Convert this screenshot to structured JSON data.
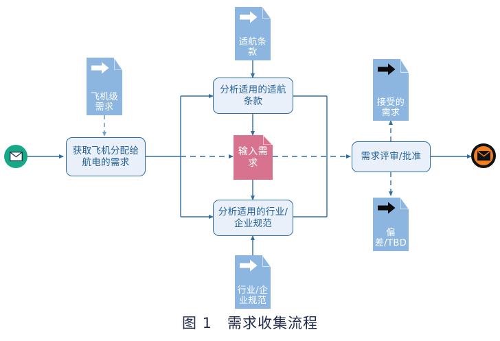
{
  "figure": {
    "caption": "图 1　需求收集流程",
    "caption_number": "图 1",
    "caption_title": "需求收集流程"
  },
  "colors": {
    "process_fill": "#eaf0fa",
    "process_stroke": "#2e6da4",
    "process_text": "#236092",
    "doc_blue": "#8cb6e0",
    "doc_pink": "#d8738f",
    "start_circle": "#17a887",
    "end_circle": "#ef7f22",
    "end_ring": "#111111",
    "connector": "#2e6da4",
    "connector_light": "#6f9fcc",
    "caption_text": "#1f2a4a"
  },
  "nodes": {
    "start": {
      "name": "start-event",
      "icon": "envelope-icon"
    },
    "end": {
      "name": "end-event",
      "icon": "envelope-icon"
    },
    "process_collect": {
      "label": "获取飞机分配给航电的需求"
    },
    "process_analyze_airworthiness": {
      "label": "分析适用的适航条款"
    },
    "process_analyze_standards": {
      "label": "分析适用的行业/企业规范"
    },
    "process_review": {
      "label": "需求评审/批准"
    },
    "doc_aircraft_req": {
      "label": "飞机级需求",
      "icon": "white-right-arrow-icon"
    },
    "doc_airworthiness": {
      "label": "适航条款",
      "icon": "white-right-arrow-icon"
    },
    "doc_input_req": {
      "label": "输入需求",
      "icon": "none"
    },
    "doc_industry_standards": {
      "label": "行业/企业规范",
      "icon": "white-right-arrow-icon"
    },
    "doc_accepted_req": {
      "label": "接受的需求",
      "icon": "black-right-arrow-icon"
    },
    "doc_deviation": {
      "label": "偏差/TBD",
      "icon": "black-right-arrow-icon"
    }
  }
}
